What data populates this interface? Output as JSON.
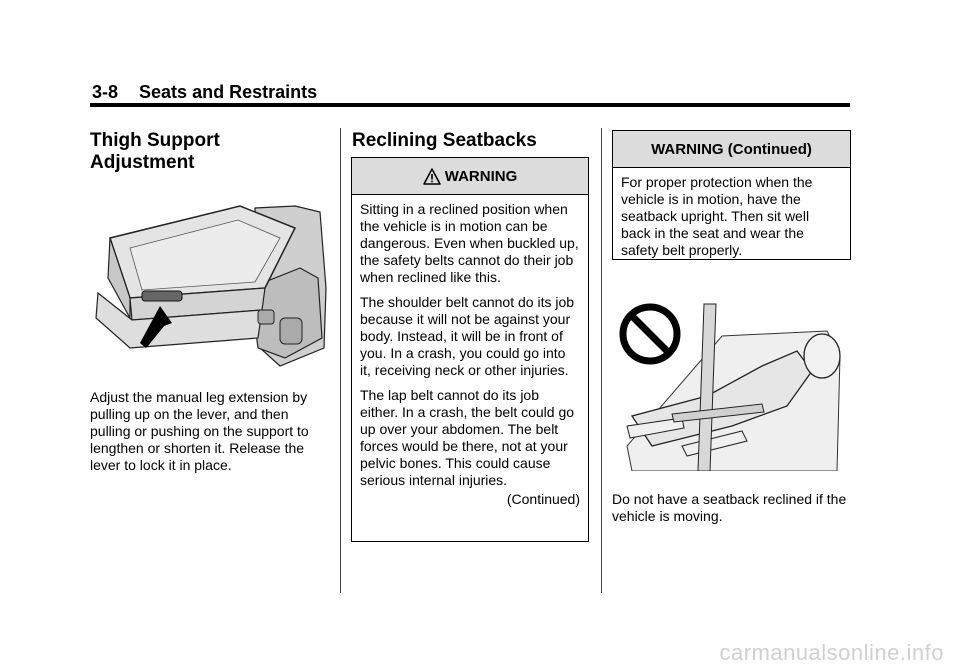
{
  "header": {
    "section_number": "3-8",
    "section_title": "Seats and Restraints"
  },
  "col1": {
    "heading_line1": "Thigh Support",
    "heading_line2": "Adjustment",
    "body": "Adjust the manual leg extension by pulling up on the lever, and then pulling or pushing on the support to lengthen or shorten it. Release the lever to lock it in place."
  },
  "col2": {
    "heading": "Reclining Seatbacks",
    "warning_title": "WARNING",
    "p1": "Sitting in a reclined position when the vehicle is in motion can be dangerous. Even when buckled up, the safety belts cannot do their job when reclined like this.",
    "p2": "The shoulder belt cannot do its job because it will not be against your body. Instead, it will be in front of you. In a crash, you could go into it, receiving neck or other injuries.",
    "p3": "The lap belt cannot do its job either. In a crash, the belt could go up over your abdomen. The belt forces would be there, not at your pelvic bones. This could cause serious internal injuries.",
    "continued": "(Continued)"
  },
  "col3": {
    "warning_title": "WARNING  (Continued)",
    "p1": "For proper protection when the vehicle is in motion, have the seatback upright. Then sit well back in the seat and wear the safety belt properly.",
    "caption": "Do not have a seatback reclined if the vehicle is moving."
  },
  "footer": {
    "watermark": "carmanualsonline.info"
  },
  "icons": {
    "warning": "warning-triangle-icon",
    "prohibition": "no-sign-icon"
  }
}
